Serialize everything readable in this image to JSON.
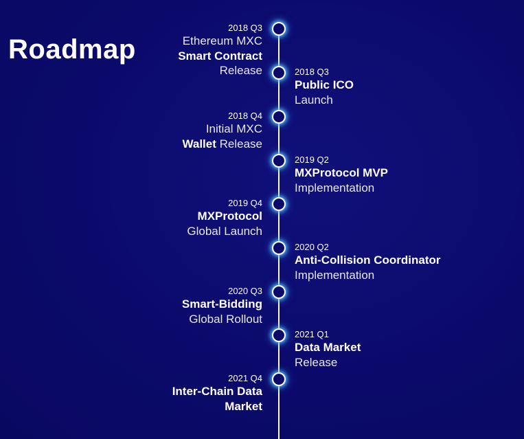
{
  "title": "Roadmap",
  "colors": {
    "background": "#0b0a6b",
    "line": "#ffffff",
    "node_glow": "#5cc8ff"
  },
  "milestones": [
    {
      "date": "2018 Q3",
      "side": "left",
      "lines": [
        {
          "parts": [
            {
              "text": "Ethereum MXC",
              "bold": false
            }
          ]
        },
        {
          "parts": [
            {
              "text": "Smart Contract",
              "bold": true
            }
          ]
        },
        {
          "parts": [
            {
              "text": "Release",
              "bold": false
            }
          ]
        }
      ]
    },
    {
      "date": "2018 Q3",
      "side": "right",
      "lines": [
        {
          "parts": [
            {
              "text": "Public ICO",
              "bold": true
            }
          ]
        },
        {
          "parts": [
            {
              "text": "Launch",
              "bold": false
            }
          ]
        }
      ]
    },
    {
      "date": "2018 Q4",
      "side": "left",
      "lines": [
        {
          "parts": [
            {
              "text": "Initial MXC",
              "bold": false
            }
          ]
        },
        {
          "parts": [
            {
              "text": "Wallet",
              "bold": true
            },
            {
              "text": " Release",
              "bold": false
            }
          ]
        }
      ]
    },
    {
      "date": "2019 Q2",
      "side": "right",
      "lines": [
        {
          "parts": [
            {
              "text": "MXProtocol MVP",
              "bold": true
            }
          ]
        },
        {
          "parts": [
            {
              "text": "Implementation",
              "bold": false
            }
          ]
        }
      ]
    },
    {
      "date": "2019 Q4",
      "side": "left",
      "lines": [
        {
          "parts": [
            {
              "text": "MXProtocol",
              "bold": true
            }
          ]
        },
        {
          "parts": [
            {
              "text": "Global Launch",
              "bold": false
            }
          ]
        }
      ]
    },
    {
      "date": "2020 Q2",
      "side": "right",
      "lines": [
        {
          "parts": [
            {
              "text": "Anti-Collision Coordinator",
              "bold": true
            }
          ]
        },
        {
          "parts": [
            {
              "text": "Implementation",
              "bold": false
            }
          ]
        }
      ]
    },
    {
      "date": "2020 Q3",
      "side": "left",
      "lines": [
        {
          "parts": [
            {
              "text": "Smart-Bidding",
              "bold": true
            }
          ]
        },
        {
          "parts": [
            {
              "text": "Global Rollout",
              "bold": false
            }
          ]
        }
      ]
    },
    {
      "date": "2021 Q1",
      "side": "right",
      "lines": [
        {
          "parts": [
            {
              "text": "Data Market",
              "bold": true
            }
          ]
        },
        {
          "parts": [
            {
              "text": "Release",
              "bold": false
            }
          ]
        }
      ]
    },
    {
      "date": "2021 Q4",
      "side": "left",
      "lines": [
        {
          "parts": [
            {
              "text": "Inter-Chain Data",
              "bold": true
            }
          ]
        },
        {
          "parts": [
            {
              "text": "Market",
              "bold": true
            }
          ]
        }
      ]
    }
  ]
}
